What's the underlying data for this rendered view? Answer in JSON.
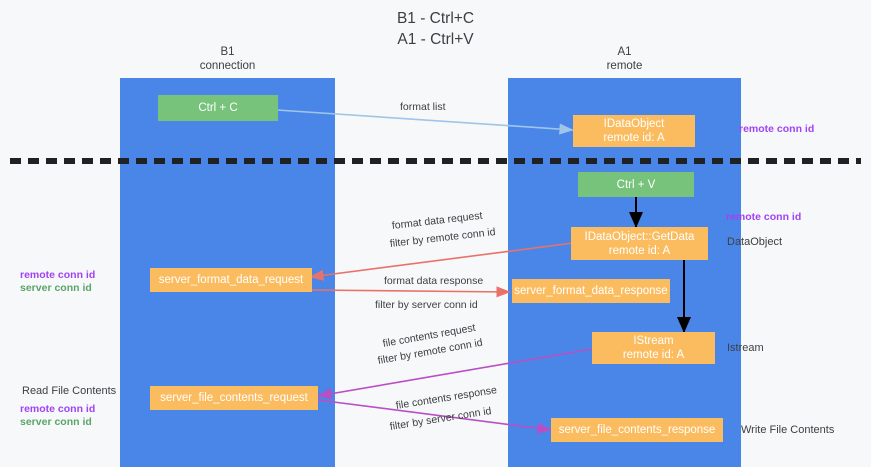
{
  "title": "B1 - Ctrl+C\nA1 - Ctrl+V",
  "lanes": [
    {
      "id": "b1",
      "title": "B1\nconnection",
      "color": "#4a86e8"
    },
    {
      "id": "a1",
      "title": "A1\nremote",
      "color": "#4a86e8"
    }
  ],
  "colors": {
    "lane": "#4a86e8",
    "green_node": "#77c37c",
    "orange_node": "#fbbc5f",
    "purple_text": "#a142f4",
    "green_text": "#5aa469",
    "blue_arrow": "#9fc5e8",
    "red_arrow": "#e8726a",
    "black_arrow": "#000000",
    "magenta_arrow": "#b84fc4",
    "background": "#f7f8f9"
  },
  "nodes": [
    {
      "id": "ctrl-c",
      "label": "Ctrl + C",
      "style": "green"
    },
    {
      "id": "idataobject",
      "label": "IDataObject\nremote id: A",
      "style": "orange"
    },
    {
      "id": "ctrl-v",
      "label": "Ctrl + V",
      "style": "green"
    },
    {
      "id": "getdata",
      "label": "IDataObject::GetData\nremote id: A",
      "style": "orange"
    },
    {
      "id": "server-format-data-request",
      "label": "server_format_data_request",
      "style": "orange"
    },
    {
      "id": "server-format-data-response",
      "label": "server_format_data_response",
      "style": "orange"
    },
    {
      "id": "istream",
      "label": "IStream\nremote id: A",
      "style": "orange"
    },
    {
      "id": "server-file-contents-request",
      "label": "server_file_contents_request",
      "style": "orange"
    },
    {
      "id": "server-file-contents-response",
      "label": "server_file_contents_response",
      "style": "orange"
    }
  ],
  "edge_labels": {
    "format_list": "format list",
    "format_data_request": "format data request",
    "format_data_response": "format data response",
    "file_contents_request": "file contents request",
    "file_contents_response": "file contents response",
    "filter_by": "filter by ",
    "remote_conn_id": "remote conn id",
    "server_conn_id": "server conn id"
  },
  "side_notes": {
    "remote_conn_id_top": "remote conn id",
    "remote_conn_id_mid": "remote conn id",
    "dataobject": "DataObject",
    "istream": "Istream",
    "write_file_contents": "Write File Contents",
    "read_file_contents": "Read File Contents"
  },
  "left_notes": {
    "mid_remote": "remote conn id",
    "mid_server": "server conn id",
    "bottom_remote": "remote conn id",
    "bottom_server": "server conn id"
  }
}
